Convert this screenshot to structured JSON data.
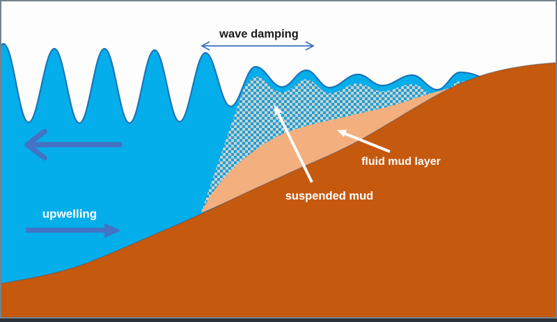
{
  "diagram": {
    "description": "Schematic cross-section of coastal wave damping over a muddy seabed",
    "labels": {
      "wave_damping": "wave damping",
      "upwelling": "upwelling",
      "suspended_mud": "suspended mud",
      "fluid_mud_layer": "fluid mud layer"
    },
    "regions": [
      {
        "name": "sea-water",
        "color": "#04AEEA"
      },
      {
        "name": "sky",
        "color": "#FDFDFD"
      },
      {
        "name": "suspended-mud-region",
        "pattern_fg": "#1F9FD6",
        "pattern_bg": "#CBD2CC"
      },
      {
        "name": "fluid-mud-region",
        "color": "#F4AF7E"
      },
      {
        "name": "seabed",
        "color": "#C5590E"
      }
    ],
    "colors": {
      "wave_outline": "#1B74BA",
      "flow_arrow": "#4472C4",
      "damping_arrow": "#3A6FC0",
      "annotation_arrow": "#FFFFFF",
      "frame": "#75828F",
      "frame_shadow": "#2A313B",
      "wave_damping_text": "#1A1A1A"
    },
    "arrows": [
      {
        "name": "wave-damping-extent-arrow",
        "type": "double-headed horizontal"
      },
      {
        "name": "offshore-flow-arrow",
        "type": "thick barbed, pointing left"
      },
      {
        "name": "upwelling-flow-arrow",
        "type": "solid block, pointing right"
      },
      {
        "name": "suspended-mud-pointer-arrow",
        "type": "white pointer, up-left into checker region"
      },
      {
        "name": "fluid-mud-pointer-arrow",
        "type": "white pointer, up-left into peach layer"
      }
    ]
  }
}
